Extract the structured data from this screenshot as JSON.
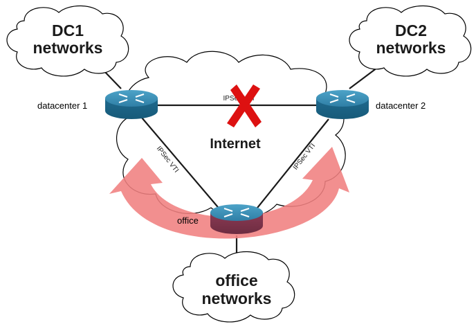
{
  "clouds": {
    "dc1": {
      "line1": "DC1",
      "line2": "networks"
    },
    "dc2": {
      "line1": "DC2",
      "line2": "networks"
    },
    "office": {
      "line1": "office",
      "line2": "networks"
    },
    "internet": {
      "label": "Internet"
    }
  },
  "routers": {
    "datacenter1": {
      "label": "datacenter 1"
    },
    "datacenter2": {
      "label": "datacenter 2"
    },
    "office": {
      "label": "office"
    }
  },
  "links": {
    "dc1_dc2": {
      "label": "IPSec VTI",
      "status": "failed"
    },
    "dc1_office": {
      "label": "IPSec VTI"
    },
    "dc2_office": {
      "label": "IPSec VTI"
    }
  },
  "colors": {
    "router_blue": "#2a7fa3",
    "router_failover": "#7a3148",
    "failover_arrow": "#f08080",
    "failure_cross": "#dd1111"
  }
}
